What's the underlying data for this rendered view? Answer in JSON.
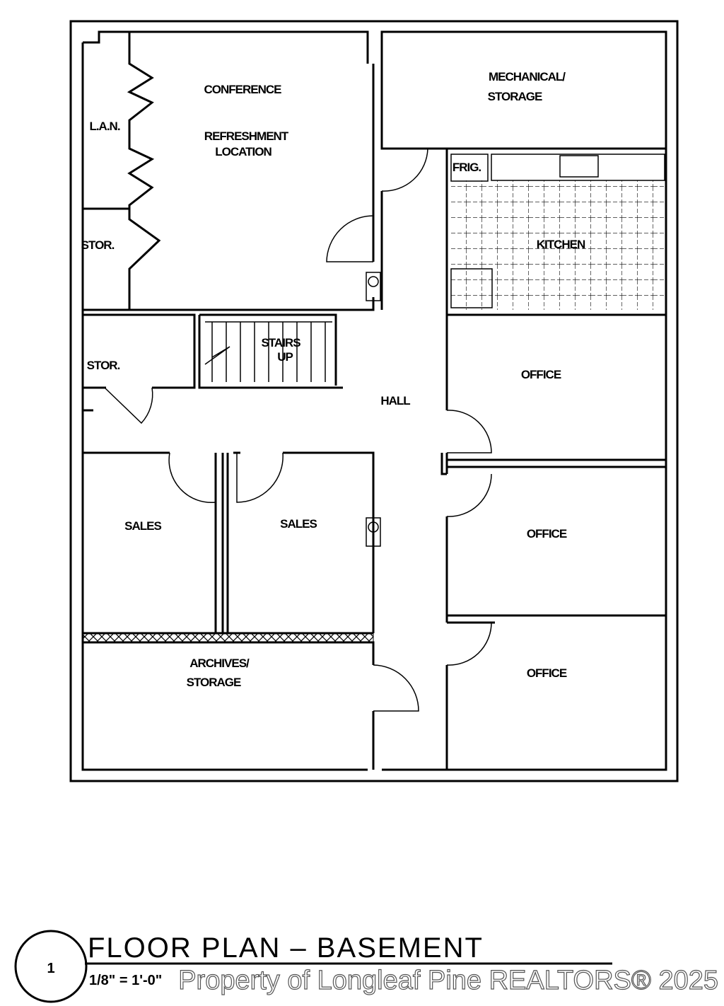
{
  "plan": {
    "rooms": {
      "conference": "CONFERENCE",
      "refreshment_1": "REFRESHMENT",
      "refreshment_2": "LOCATION",
      "lan": "L.A.N.",
      "stor_top": "STOR.",
      "stor_mid": "STOR.",
      "mechanical_1": "MECHANICAL/",
      "mechanical_2": "STORAGE",
      "frig": "FRIG.",
      "kitchen": "KITCHEN",
      "stairs_1": "STAIRS",
      "stairs_2": "UP",
      "hall": "HALL",
      "office_1": "OFFICE",
      "office_2": "OFFICE",
      "office_3": "OFFICE",
      "sales_1": "SALES",
      "sales_2": "SALES",
      "archives_1": "ARCHIVES/",
      "archives_2": "STORAGE"
    }
  },
  "title_block": {
    "number": "1",
    "title": "FLOOR PLAN  –  BASEMENT",
    "scale": "1/8\" = 1'-0\""
  },
  "watermark": "Property of Longleaf Pine REALTORS® 2025"
}
